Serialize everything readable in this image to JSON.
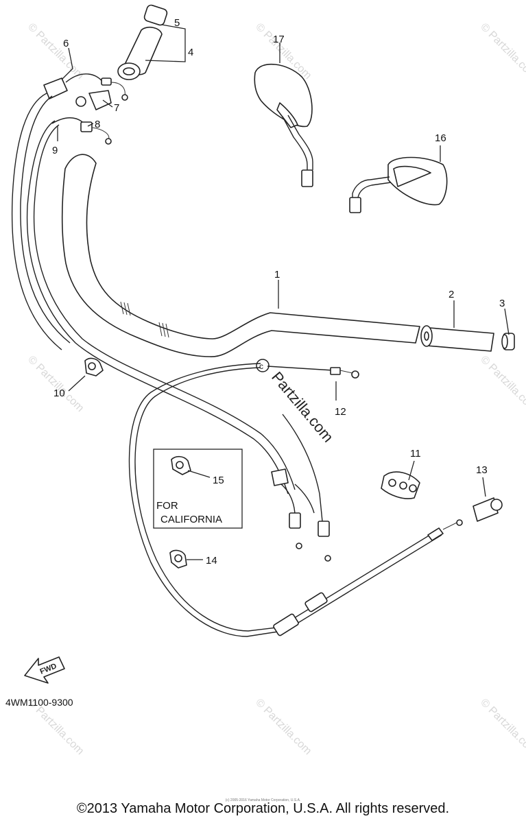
{
  "callouts": [
    {
      "id": "1",
      "label": "1"
    },
    {
      "id": "2",
      "label": "2"
    },
    {
      "id": "3",
      "label": "3"
    },
    {
      "id": "4",
      "label": "4"
    },
    {
      "id": "5",
      "label": "5"
    },
    {
      "id": "6",
      "label": "6"
    },
    {
      "id": "7",
      "label": "7"
    },
    {
      "id": "8",
      "label": "8"
    },
    {
      "id": "9",
      "label": "9"
    },
    {
      "id": "10",
      "label": "10"
    },
    {
      "id": "11",
      "label": "11"
    },
    {
      "id": "12",
      "label": "12"
    },
    {
      "id": "13",
      "label": "13"
    },
    {
      "id": "14",
      "label": "14"
    },
    {
      "id": "15",
      "label": "15"
    },
    {
      "id": "16",
      "label": "16"
    },
    {
      "id": "17",
      "label": "17"
    }
  ],
  "california_box": {
    "line1": "FOR",
    "line2": "CALIFORNIA"
  },
  "fwd_arrow_label": "FWD",
  "diagram_code": "4WM1100-9300",
  "watermark": {
    "text": "© Partzilla.com",
    "center_text": "Partzilla.com"
  },
  "copyright": "©2013 Yamaha Motor Corporation, U.S.A. All rights reserved.",
  "copyright_small": "(c) 2005-2016 Yamaha Motor Corporation, U.S.A."
}
